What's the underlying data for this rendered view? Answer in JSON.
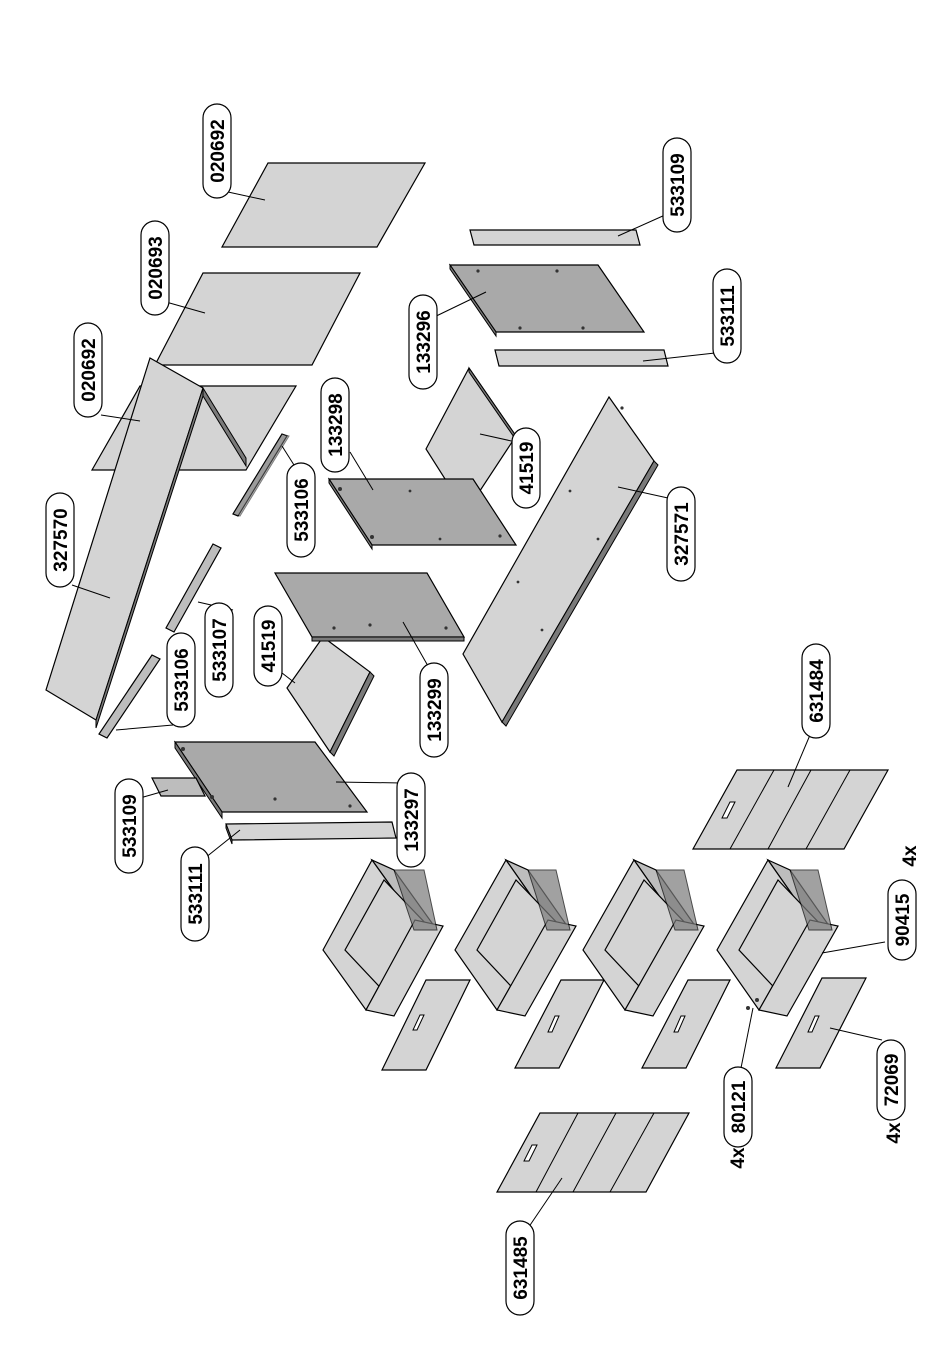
{
  "parts": {
    "p020692_top": "020692",
    "p020693": "020693",
    "p020692_left": "020692",
    "p327570": "327570",
    "p533106_a": "533106",
    "p533107": "533107",
    "p533106_b": "533106",
    "p41519_left": "41519",
    "p133299": "133299",
    "p133297": "133297",
    "p533109_left": "533109",
    "p533111_left": "533111",
    "p133298": "133298",
    "p41519_right": "41519",
    "p133296": "133296",
    "p533109_right": "533109",
    "p533111_right": "533111",
    "p327571": "327571",
    "p631484": "631484",
    "p90415": "90415",
    "p80121": "80121",
    "p72069": "72069",
    "p631485": "631485"
  },
  "quantities": {
    "q90415": "4x",
    "q80121": "4x",
    "q72069": "4x"
  },
  "colors": {
    "panel_light": "#d4d4d4",
    "panel_dark": "#a9a9a9",
    "panel_mid": "#bdbdbd",
    "edge": "#6f6f6f",
    "line": "#000000"
  }
}
